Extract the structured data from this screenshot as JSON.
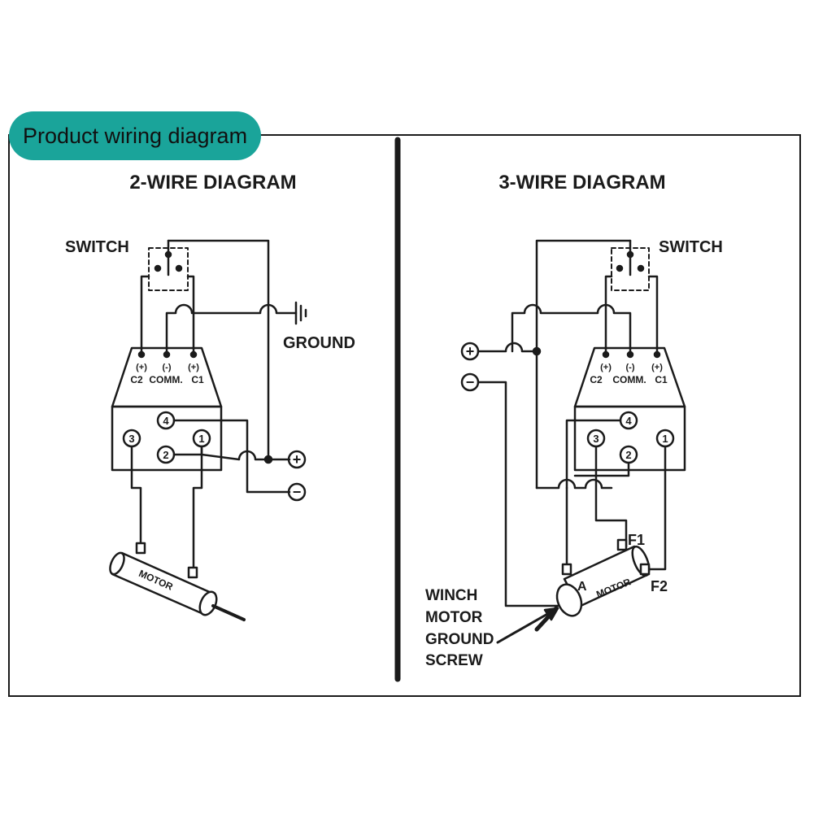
{
  "tag_label": "Product wiring diagram",
  "colors": {
    "accent": "#1aa49a",
    "ink": "#1b1b1b"
  },
  "left": {
    "title": "2-WIRE DIAGRAM",
    "switch_label": "SWITCH",
    "ground_label": "GROUND",
    "terminal_signs": [
      "(+)",
      "(-)",
      "(+)"
    ],
    "terminal_labels": [
      "C2",
      "COMM.",
      "C1"
    ],
    "posts": [
      "4",
      "3",
      "2",
      "1"
    ],
    "plus": "+",
    "minus": "−",
    "motor_label": "MOTOR"
  },
  "right": {
    "title": "3-WIRE DIAGRAM",
    "switch_label": "SWITCH",
    "terminal_signs": [
      "(+)",
      "(-)",
      "(+)"
    ],
    "terminal_labels": [
      "C2",
      "COMM.",
      "C1"
    ],
    "posts": [
      "4",
      "3",
      "2",
      "1"
    ],
    "plus": "+",
    "minus": "−",
    "motor_label": "MOTOR",
    "armature_label": "A",
    "field1_label": "F1",
    "field2_label": "F2",
    "screw_lines": [
      "WINCH",
      "MOTOR",
      "GROUND",
      "SCREW"
    ]
  }
}
